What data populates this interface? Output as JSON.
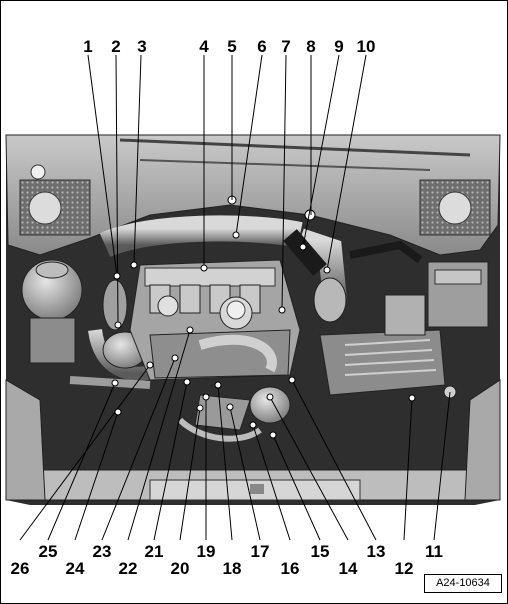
{
  "diagram": {
    "figure_code": "A24-10634",
    "callouts_top": [
      "1",
      "2",
      "3",
      "4",
      "5",
      "6",
      "7",
      "8",
      "9",
      "10"
    ],
    "callouts_bottom": [
      "26",
      "25",
      "24",
      "23",
      "22",
      "21",
      "20",
      "19",
      "18",
      "17",
      "16",
      "15",
      "14",
      "13",
      "12",
      "11"
    ]
  }
}
